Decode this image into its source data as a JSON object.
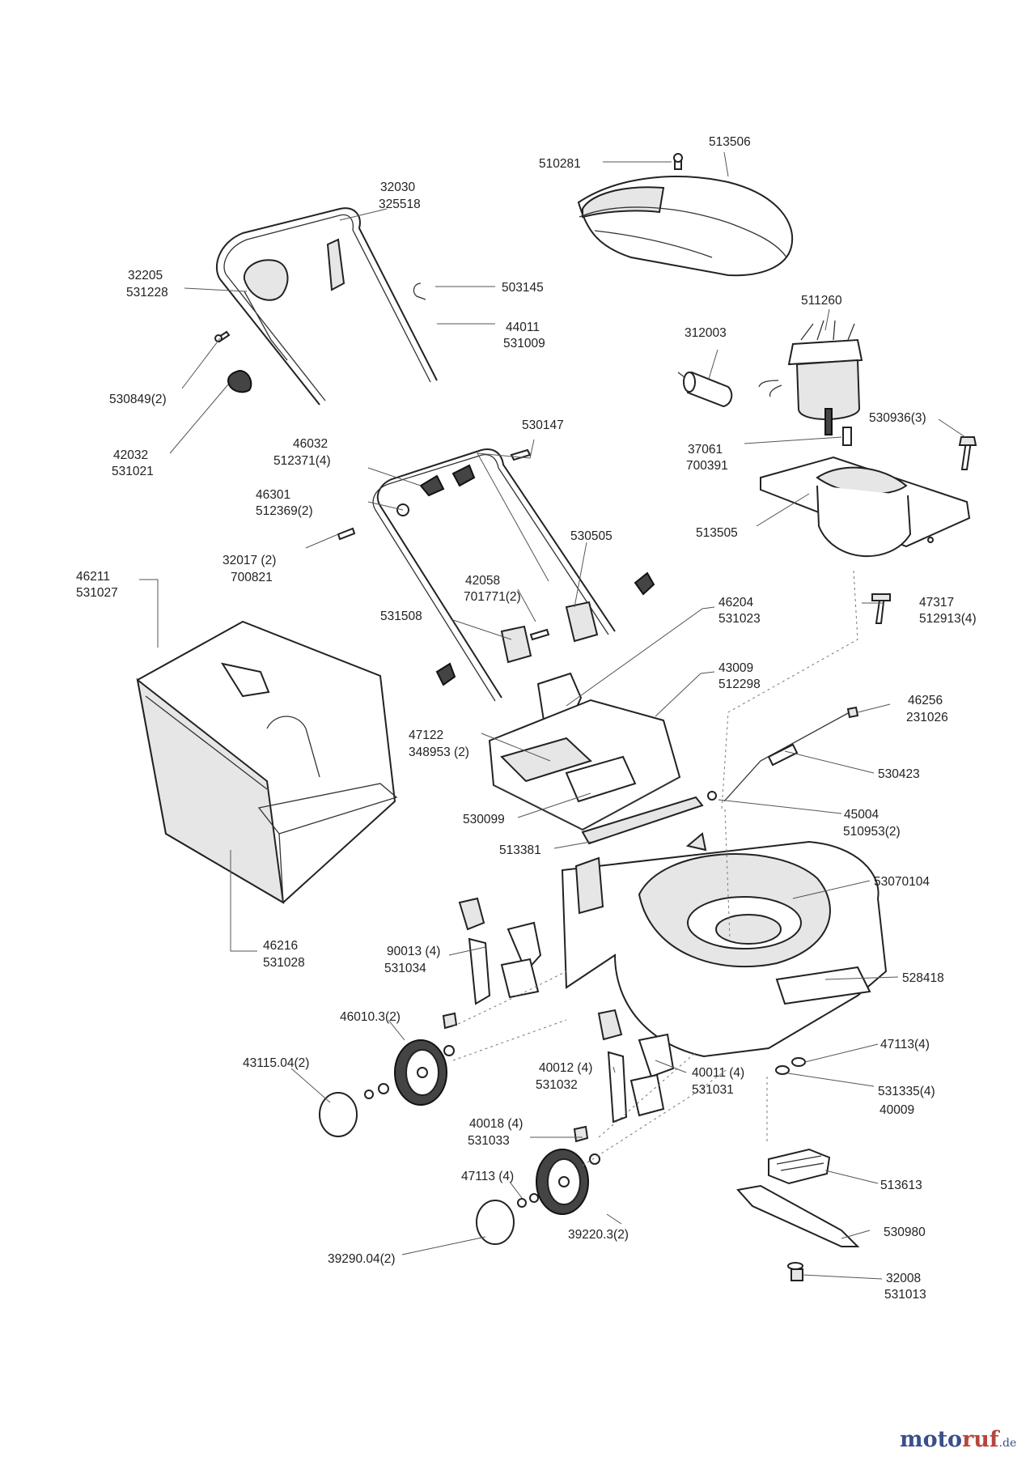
{
  "labels": [
    "513506",
    "510281",
    "32030",
    "325518",
    "32205",
    "531228",
    "503145",
    "44011",
    "531009",
    "530849(2)",
    "42032",
    "531021",
    "511260",
    "312003",
    "530936(3)",
    "37061",
    "700391",
    "46032",
    "512371(4)",
    "530147",
    "46301",
    "512369(2)",
    "32017 (2)",
    "700821",
    "513505",
    "530505",
    "46211",
    "531027",
    "42058",
    "701771(2)",
    "531508",
    "47317",
    "512913(4)",
    "46204",
    "531023",
    "43009",
    "512298",
    "46256",
    "231026",
    "47122",
    "348953 (2)",
    "530423",
    "530099",
    "45004",
    "510953(2)",
    "513381",
    "53070104",
    "46216",
    "531028",
    "90013 (4)",
    "531034",
    "528418",
    "46010.3(2)",
    "47113(4)",
    "43115.04(2)",
    "40012 (4)",
    "531032",
    "40011 (4)",
    "531031",
    "531335(4)",
    "40009",
    "40018 (4)",
    "531033",
    "47113 (4)",
    "513613",
    "39220.3(2)",
    "530980",
    "39290.04(2)",
    "32008",
    "531013"
  ],
  "watermark": {
    "brand_a": "moto",
    "brand_b": "ruf",
    "suffix": ".de"
  }
}
